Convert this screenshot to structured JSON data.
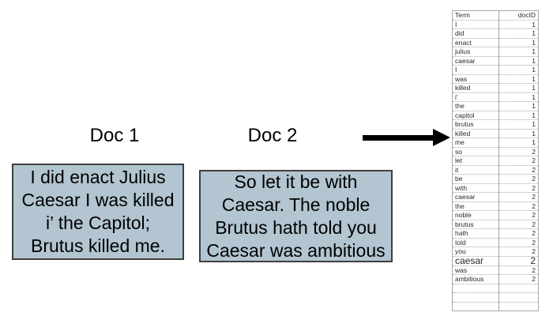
{
  "labels": {
    "doc1": "Doc 1",
    "doc2": "Doc 2"
  },
  "doc1": {
    "lines": [
      "I did enact Julius",
      "Caesar I was killed",
      "i’ the Capitol;",
      "Brutus killed me."
    ]
  },
  "doc2": {
    "lines": [
      "So let it be with",
      "Caesar. The noble",
      "Brutus hath told you",
      "Caesar was ambitious"
    ]
  },
  "table": {
    "headers": [
      "Term",
      "docID"
    ],
    "rows": [
      [
        "I",
        1
      ],
      [
        "did",
        1
      ],
      [
        "enact",
        1
      ],
      [
        "julius",
        1
      ],
      [
        "caesar",
        1
      ],
      [
        "I",
        1
      ],
      [
        "was",
        1
      ],
      [
        "killed",
        1
      ],
      [
        "i’",
        1
      ],
      [
        "the",
        1
      ],
      [
        "capitol",
        1
      ],
      [
        "brutus",
        1
      ],
      [
        "killed",
        1
      ],
      [
        "me",
        1
      ],
      [
        "so",
        2
      ],
      [
        "let",
        2
      ],
      [
        "it",
        2
      ],
      [
        "be",
        2
      ],
      [
        "with",
        2
      ],
      [
        "caesar",
        2
      ],
      [
        "the",
        2
      ],
      [
        "noble",
        2
      ],
      [
        "brutus",
        2
      ],
      [
        "hath",
        2
      ],
      [
        "told",
        2
      ],
      [
        "you",
        2
      ],
      [
        "caesar",
        2
      ],
      [
        "was",
        2
      ],
      [
        "ambitious",
        2
      ]
    ],
    "big_row_index": 26,
    "empty_rows": 3
  },
  "colors": {
    "box_fill": "#b2c5d0",
    "box_border": "#3f3f3f",
    "table_border": "#a8a8a8",
    "arrow": "#000000"
  }
}
